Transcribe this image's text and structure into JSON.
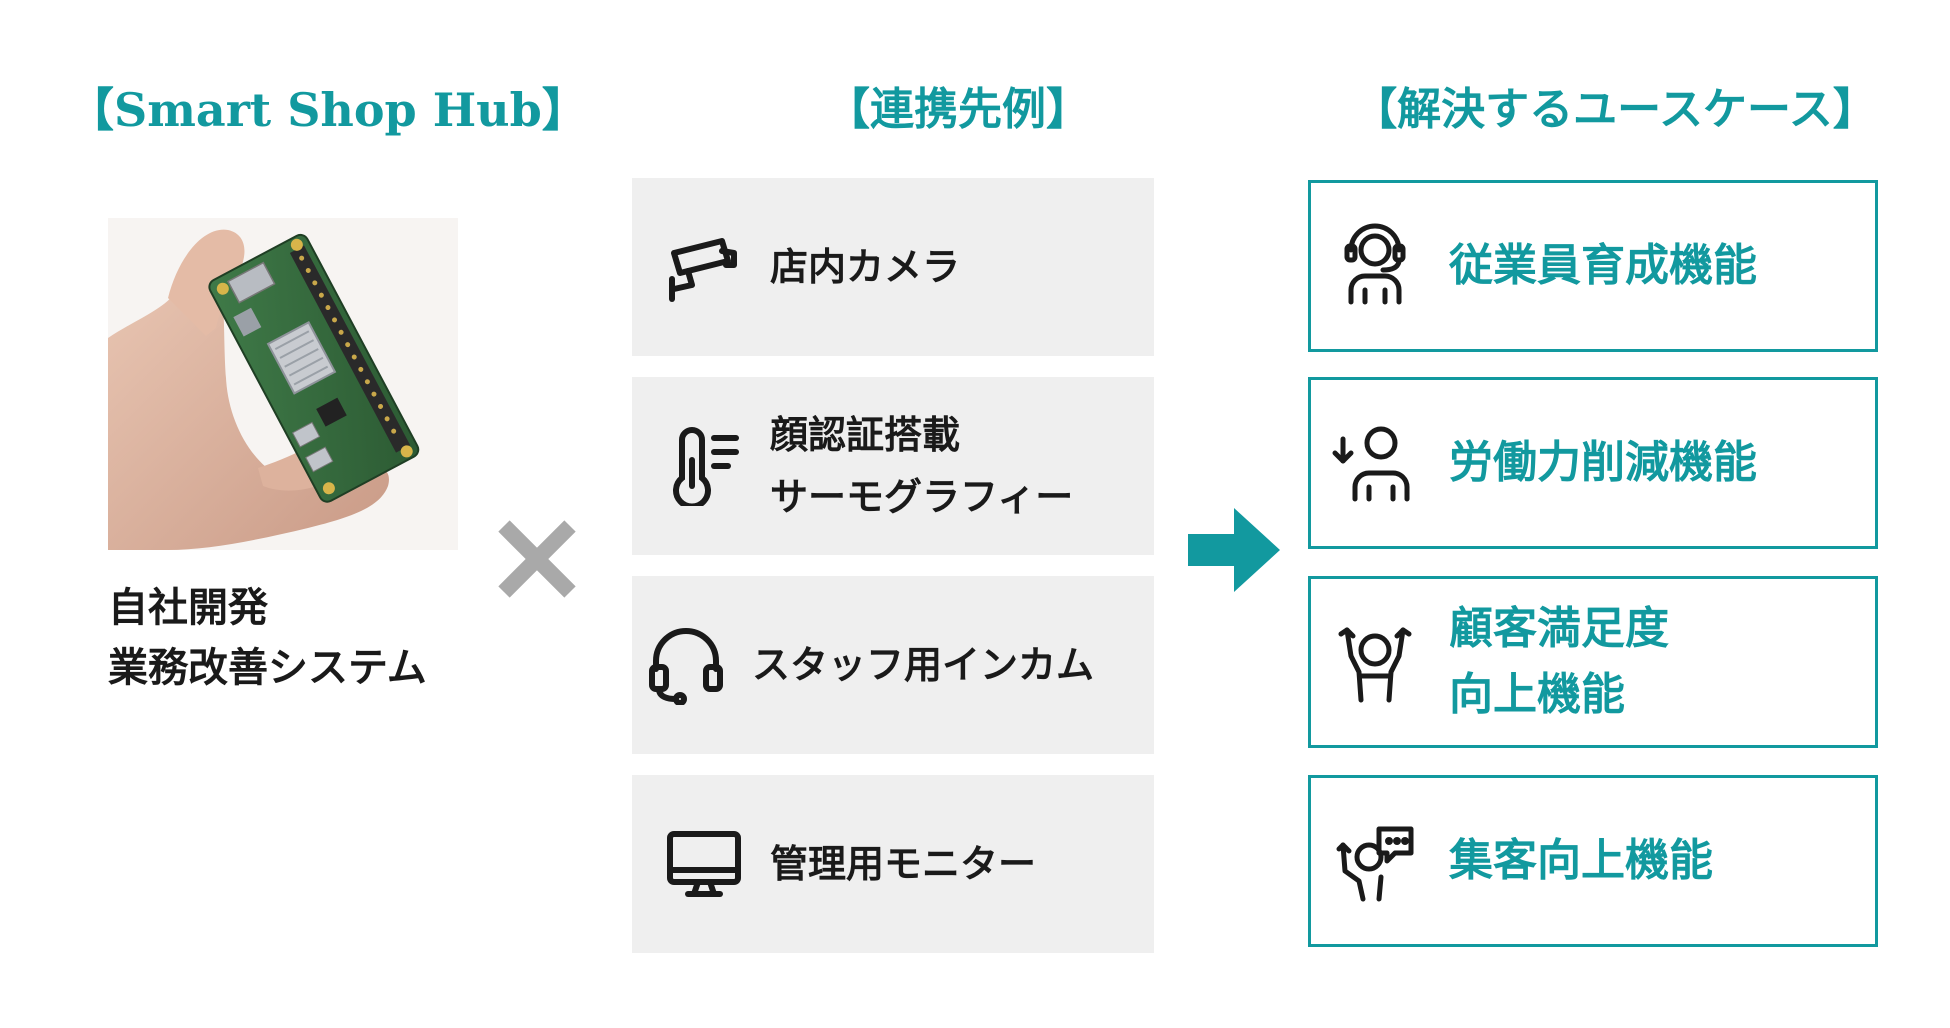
{
  "headings": {
    "left": "【Smart Shop Hub】",
    "middle": "【連携先例】",
    "right": "【解決するユースケース】"
  },
  "system": {
    "line1": "自社開発",
    "line2": "業務改善システム"
  },
  "operator": "×",
  "examples": [
    {
      "icon": "security-camera-icon",
      "lines": [
        "店内カメラ"
      ]
    },
    {
      "icon": "thermometer-icon",
      "lines": [
        "顔認証搭載",
        "サーモグラフィー"
      ]
    },
    {
      "icon": "headset-icon",
      "lines": [
        "スタッフ用インカム"
      ]
    },
    {
      "icon": "monitor-icon",
      "lines": [
        "管理用モニター"
      ]
    }
  ],
  "use_cases": [
    {
      "icon": "trainer-icon",
      "lines": [
        "従業員育成機能"
      ]
    },
    {
      "icon": "person-down-arrow-icon",
      "lines": [
        "労働力削減機能"
      ]
    },
    {
      "icon": "raised-hands-icon",
      "lines": [
        "顧客満足度",
        "向上機能"
      ]
    },
    {
      "icon": "customer-chat-icon",
      "lines": [
        "集客向上機能"
      ]
    }
  ],
  "colors": {
    "accent": "#12999f",
    "box_gray": "#efefef",
    "operator_gray": "#a9a9a9"
  }
}
